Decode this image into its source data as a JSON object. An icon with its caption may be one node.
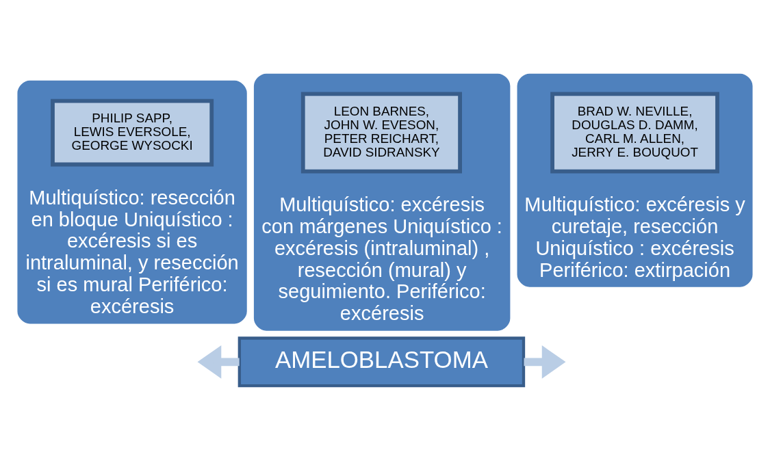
{
  "diagram": {
    "nodes": [
      {
        "text": [
          "Multiquístico: resección en bloque Uniquístico : excéresis si es intraluminal, y resección si es mural Periférico: excéresis"
        ]
      },
      {
        "text": [
          "PHILIP SAPP, LEWIS EVERSOLE, GEORGE WYSOCKI"
        ],
        "in": 0
      },
      {
        "text": [
          "Multiquístico: excéresis con márgenes Uniquístico : excéresis (intraluminal) , resección (mural) y seguimiento. Periférico: excéresis"
        ]
      },
      {
        "text": [
          "LEON BARNES, JOHN W. EVESON, PETER REICHART, DAVID SIDRANSKY"
        ],
        "in": 2
      },
      {
        "text": [
          "Multiquístico: excéresis y curetaje, resección Uniquístico : excéresis Periférico: extirpación"
        ]
      },
      {
        "text": [
          "BRAD W. NEVILLE, DOUGLAS D. DAMM, CARL M. ALLEN, JERRY E. BOUQUOT"
        ],
        "in": 4
      },
      {
        "text": [
          "AMELOBLASTOMA"
        ]
      }
    ],
    "edges": [
      {
        "from": 6,
        "to": null,
        "arrow": "to"
      },
      {
        "from": 6,
        "to": null,
        "arrow": "to"
      }
    ]
  }
}
